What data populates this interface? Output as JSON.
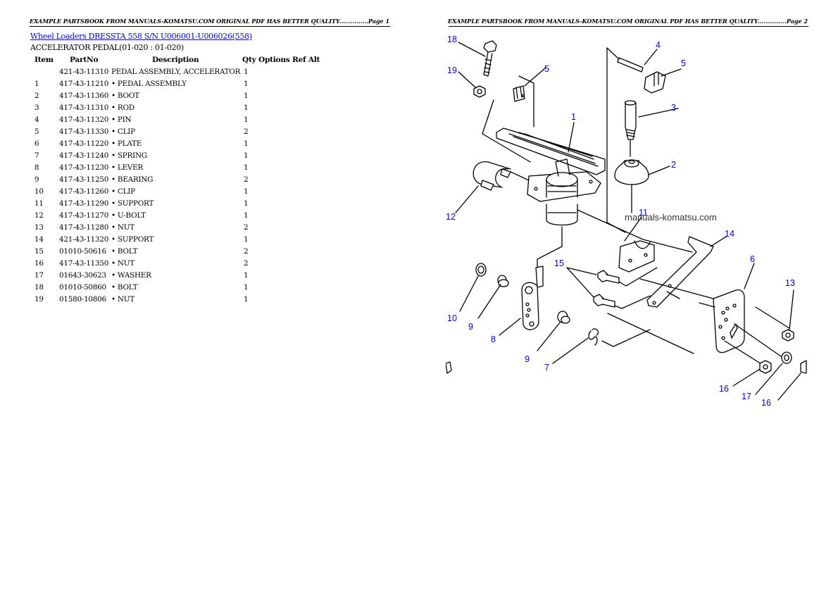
{
  "pages": [
    {
      "header": "EXAMPLE PARTSBOOK FROM MANUALS-KOMATSU.COM ORIGINAL PDF HAS BETTER QUALITY...............Page 1",
      "title_link": "Wheel Loaders DRESSTA 558 S/N U006001-U006026(558)",
      "subtitle": "ACCELERATOR PEDAL(01-020 : 01-020)",
      "table": {
        "columns": [
          "Item",
          "PartNo",
          "Description",
          "Qty",
          "Options",
          "Ref",
          "Alt"
        ],
        "header_label": "Qty Options Ref Alt",
        "rows": [
          {
            "item": "",
            "partno": "421-43-11310",
            "description": "PEDAL ASSEMBLY, ACCELERATOR",
            "qty": "1"
          },
          {
            "item": "1",
            "partno": "417-43-11210",
            "description": "• PEDAL ASSEMBLY",
            "qty": "1"
          },
          {
            "item": "2",
            "partno": "417-43-11360",
            "description": "• BOOT",
            "qty": "1"
          },
          {
            "item": "3",
            "partno": "417-43-11310",
            "description": "• ROD",
            "qty": "1"
          },
          {
            "item": "4",
            "partno": "417-43-11320",
            "description": "• PIN",
            "qty": "1"
          },
          {
            "item": "5",
            "partno": "417-43-11330",
            "description": "• CLIP",
            "qty": "2"
          },
          {
            "item": "6",
            "partno": "417-43-11220",
            "description": "• PLATE",
            "qty": "1"
          },
          {
            "item": "7",
            "partno": "417-43-11240",
            "description": "• SPRING",
            "qty": "1"
          },
          {
            "item": "8",
            "partno": "417-43-11230",
            "description": "• LEVER",
            "qty": "1"
          },
          {
            "item": "9",
            "partno": "417-43-11250",
            "description": "• BEARING",
            "qty": "2"
          },
          {
            "item": "10",
            "partno": "417-43-11260",
            "description": "• CLIP",
            "qty": "1"
          },
          {
            "item": "11",
            "partno": "417-43-11290",
            "description": "• SUPPORT",
            "qty": "1"
          },
          {
            "item": "12",
            "partno": "417-43-11270",
            "description": "• U-BOLT",
            "qty": "1"
          },
          {
            "item": "13",
            "partno": "417-43-11280",
            "description": "• NUT",
            "qty": "2"
          },
          {
            "item": "14",
            "partno": "421-43-11320",
            "description": "• SUPPORT",
            "qty": "1"
          },
          {
            "item": "15",
            "partno": "01010-50616",
            "description": "• BOLT",
            "qty": "2"
          },
          {
            "item": "16",
            "partno": "417-43-11350",
            "description": "• NUT",
            "qty": "2"
          },
          {
            "item": "17",
            "partno": "01643-30623",
            "description": "• WASHER",
            "qty": "1"
          },
          {
            "item": "18",
            "partno": "01010-50860",
            "description": "• BOLT",
            "qty": "1"
          },
          {
            "item": "19",
            "partno": "01580-10806",
            "description": "• NUT",
            "qty": "1"
          }
        ]
      }
    },
    {
      "header": "EXAMPLE PARTSBOOK FROM MANUALS-KOMATSU.COM ORIGINAL PDF HAS BETTER QUALITY...............Page 2",
      "diagram": {
        "watermark": "manuals-komatsu.com",
        "callouts": [
          "18",
          "19",
          "5",
          "4",
          "5",
          "3",
          "1",
          "2",
          "12",
          "11",
          "14",
          "15",
          "6",
          "13",
          "10",
          "9",
          "8",
          "9",
          "7",
          "16",
          "17",
          "16"
        ]
      }
    }
  ],
  "colors": {
    "link": "#0000ee",
    "callout": "#0000ee",
    "text": "#000000",
    "background": "#ffffff"
  }
}
